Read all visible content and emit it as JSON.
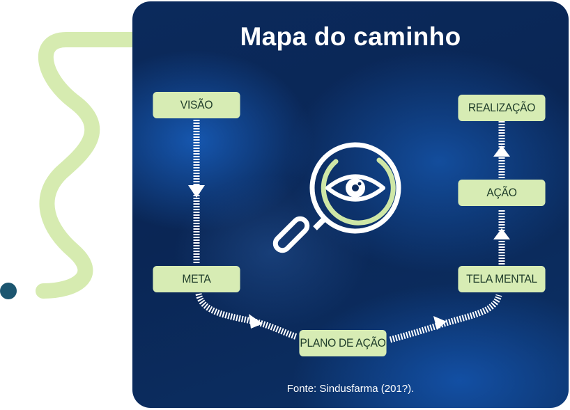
{
  "title": "Mapa do caminho",
  "steps": {
    "visao": "VISÃO",
    "meta": "META",
    "plano": "PLANO DE AÇÃO",
    "tela": "TELA MENTAL",
    "acao": "AÇÃO",
    "realizacao": "REALIZAÇÃO"
  },
  "source": "Fonte:  Sindusfarma (201?).",
  "icons": {
    "center": "magnifier-eye-icon",
    "decoration": "green-wave-line"
  },
  "colors": {
    "panel": "#0b2a5c",
    "box": "#d7ecb4",
    "box_text": "#1f3d2a",
    "wave": "#d6ebb0",
    "dot": "#1c5670",
    "connector": "#ffffff"
  }
}
